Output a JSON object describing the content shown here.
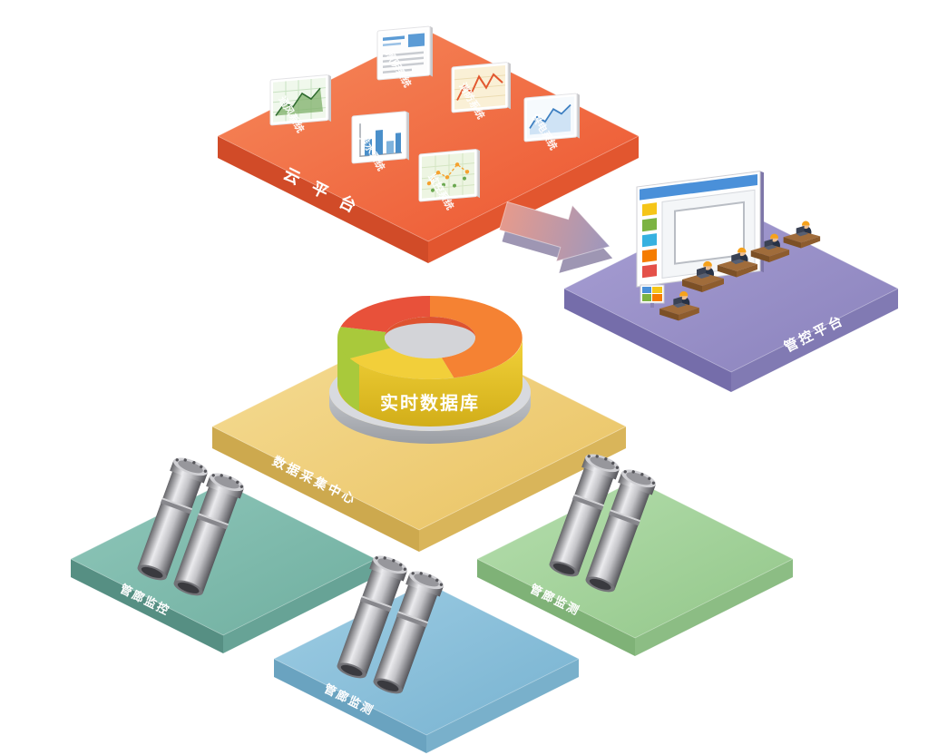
{
  "cloud_platform": {
    "label": "云 平 台",
    "systems": [
      "通风系统",
      "照明系统",
      "消防系统",
      "排水系统",
      "供电系统",
      "监控系统"
    ]
  },
  "control_platform": {
    "label": "管控平台"
  },
  "data_center": {
    "label": "数据采集中心",
    "database_label": "实时数据库",
    "database_pie": {
      "type": "pie",
      "segments": [
        {
          "name": "orange",
          "color": "#F58233",
          "share": 0.45
        },
        {
          "name": "yellow",
          "color": "#F2CF3A",
          "share": 0.2
        },
        {
          "name": "green",
          "color": "#A9C93B",
          "share": 0.13
        },
        {
          "name": "red",
          "color": "#E8513A",
          "share": 0.22
        }
      ]
    }
  },
  "tunnel_platforms": [
    {
      "label": "管廊监控",
      "color": "#7FBCB0"
    },
    {
      "label": "管廊监测",
      "color": "#A9D6A0"
    },
    {
      "label": "管廊监测",
      "color": "#8FC3DE"
    }
  ],
  "colors": {
    "cloud_top": "#EF5F35",
    "control_top": "#938BC1",
    "data_top": "#EFCB6F",
    "arrow_from": "#E59A8D",
    "arrow_to": "#9D97BD"
  }
}
